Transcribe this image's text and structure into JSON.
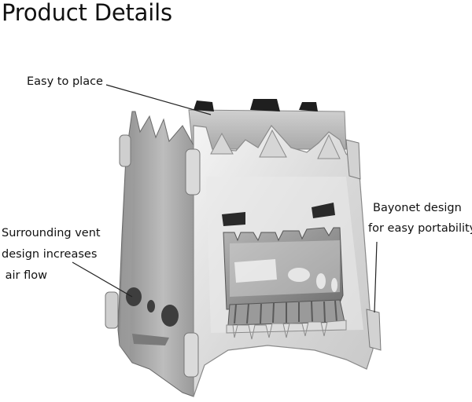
{
  "page": {
    "title": "Product Details"
  },
  "callouts": [
    {
      "id": "easy-to-place",
      "lines": [
        "Easy to place"
      ]
    },
    {
      "id": "bayonet-design",
      "lines": [
        "Bayonet design",
        "for easy portability"
      ]
    },
    {
      "id": "surrounding-vent",
      "lines": [
        "Surrounding vent",
        "design increases",
        " air flow"
      ]
    }
  ],
  "colors": {
    "text": "#111111",
    "steel_light": "#e4e4e4",
    "steel_mid": "#bdbdbd",
    "steel_dark": "#7d7d7d",
    "steel_shadow": "#4a4a4a"
  }
}
